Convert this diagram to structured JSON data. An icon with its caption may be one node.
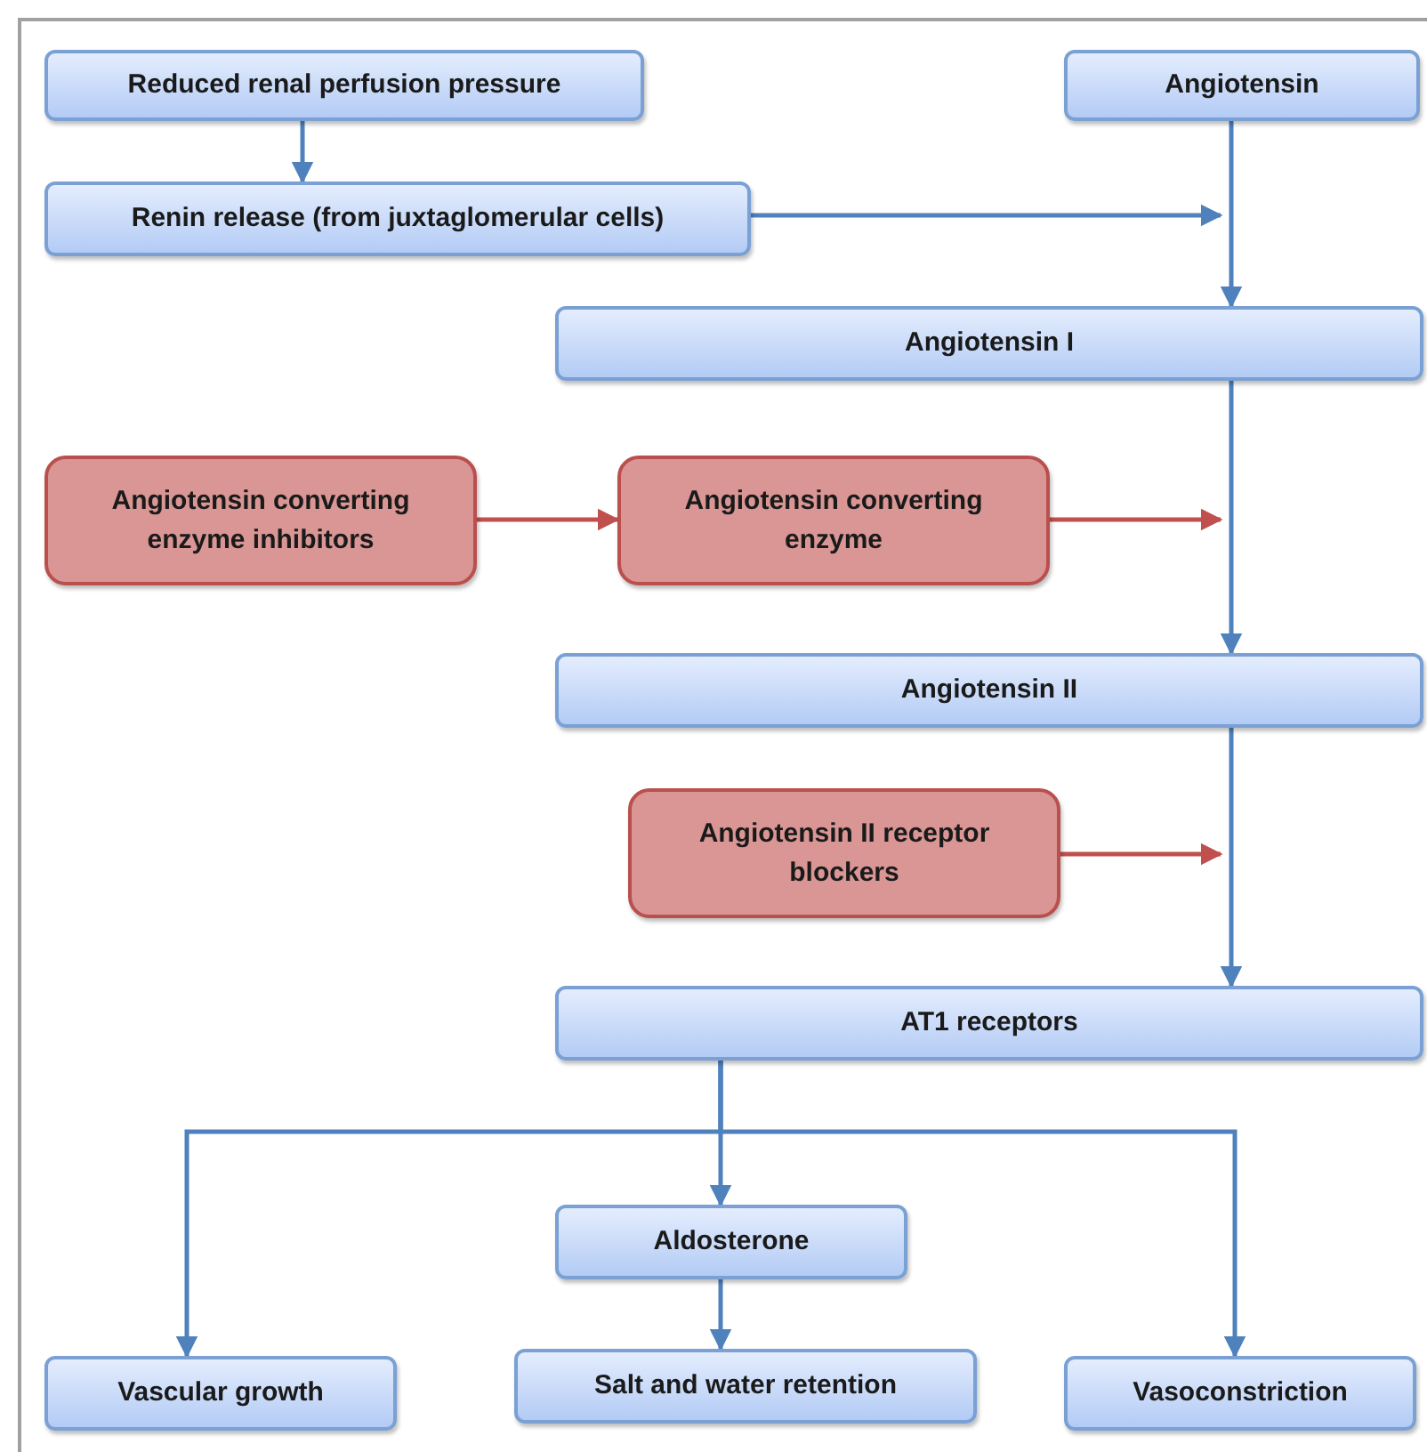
{
  "diagram": {
    "nodes": [
      {
        "text": [
          "Reduced renal perfusion pressure"
        ]
      },
      {
        "text": [
          "Angiotensin"
        ]
      },
      {
        "text": [
          "Renin release (from juxtaglomerular cells)"
        ]
      },
      {
        "text": [
          "Angiotensin I"
        ]
      },
      {
        "text": [
          "Angiotensin converting enzyme inhibitors"
        ]
      },
      {
        "text": [
          "Angiotensin converting enzyme"
        ]
      },
      {
        "text": [
          "Angiotensin II"
        ]
      },
      {
        "text": [
          "Angiotensin II receptor blockers"
        ]
      },
      {
        "text": [
          "AT1 receptors"
        ]
      },
      {
        "text": [
          "Aldosterone"
        ]
      },
      {
        "text": [
          "Vascular growth"
        ]
      },
      {
        "text": [
          "Salt and water retention"
        ]
      },
      {
        "text": [
          "Vasoconstriction"
        ]
      }
    ],
    "edges": [
      {
        "from": 0,
        "to": 2,
        "arrow": "to"
      },
      {
        "from": 1,
        "to": 3,
        "arrow": "to"
      },
      {
        "from": 2,
        "to": null,
        "arrow": "to"
      },
      {
        "from": 3,
        "to": 6,
        "arrow": "to"
      },
      {
        "from": 4,
        "to": 5,
        "arrow": "to",
        "color": "#c0504d"
      },
      {
        "from": 5,
        "to": null,
        "arrow": "to",
        "color": "#c0504d"
      },
      {
        "from": 6,
        "to": 8,
        "arrow": "to"
      },
      {
        "from": 7,
        "to": null,
        "arrow": "to",
        "color": "#c0504d"
      },
      {
        "from": 8,
        "to": 9,
        "arrow": "to"
      },
      {
        "from": 8,
        "to": 10,
        "arrow": "to"
      },
      {
        "from": 8,
        "to": 12,
        "arrow": "to"
      },
      {
        "from": 9,
        "to": 11,
        "arrow": "to"
      }
    ]
  }
}
